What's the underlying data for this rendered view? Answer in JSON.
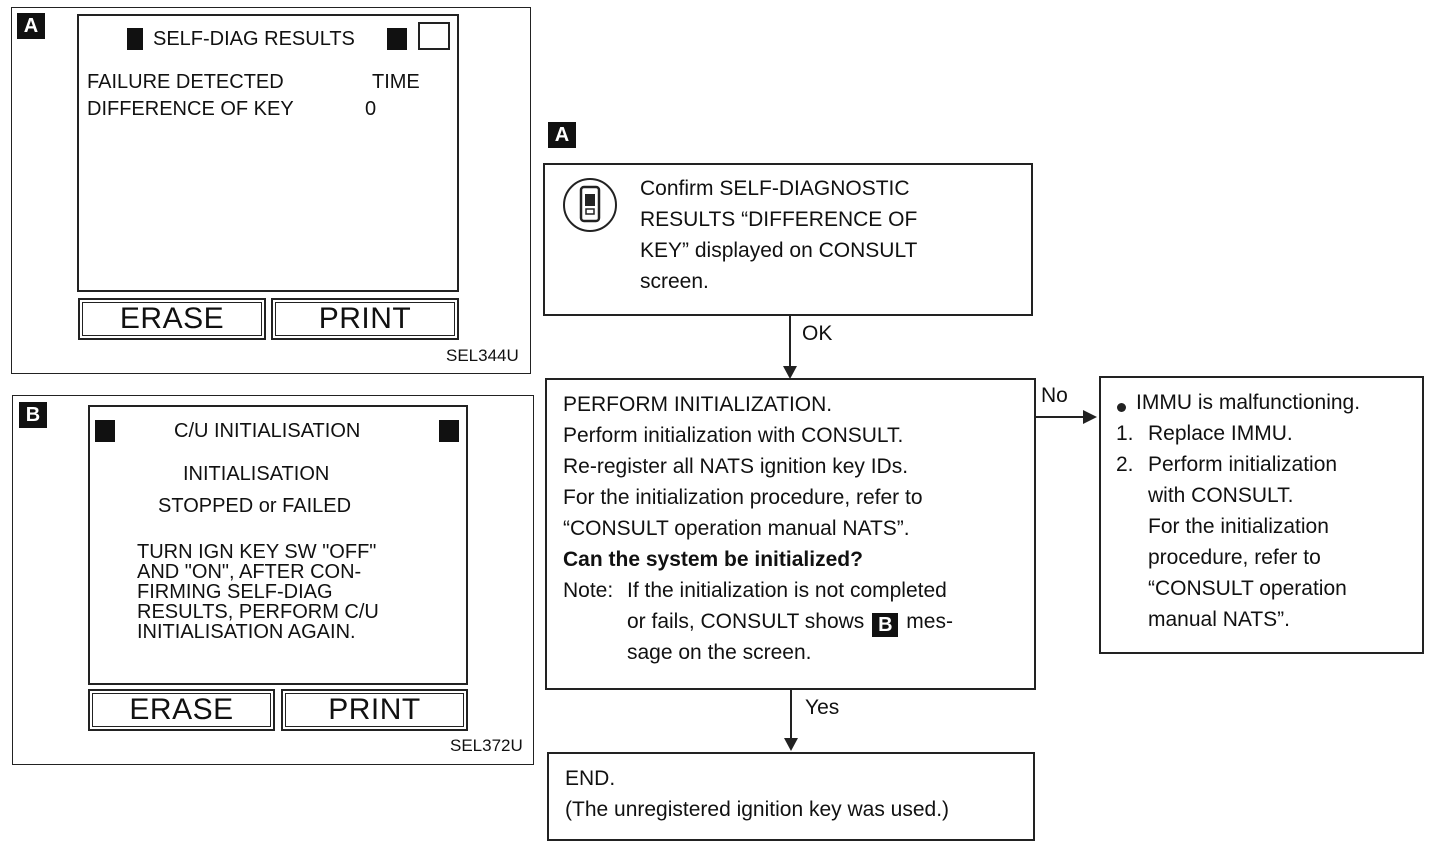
{
  "panel_a": {
    "badge": "A",
    "title": "SELF-DIAG RESULTS",
    "col_failure": "FAILURE  DETECTED",
    "col_time": "TIME",
    "row_item": "DIFFERENCE OF KEY",
    "row_value": "0",
    "erase_label": "ERASE",
    "print_label": "PRINT",
    "ref": "SEL344U"
  },
  "panel_b": {
    "badge": "B",
    "title": "C/U INITIALISATION",
    "line1": "INITIALISATION",
    "line2": "STOPPED or FAILED",
    "message": [
      "TURN IGN KEY SW \"OFF\"",
      "AND \"ON\", AFTER CON-",
      "FIRMING SELF-DIAG",
      "RESULTS, PERFORM C/U",
      "INITIALISATION AGAIN."
    ],
    "erase_label": "ERASE",
    "print_label": "PRINT",
    "ref": "SEL372U"
  },
  "flow": {
    "badge": "A",
    "confirm_lines": [
      "Confirm SELF-DIAGNOSTIC",
      "RESULTS “DIFFERENCE OF",
      "KEY” displayed on CONSULT",
      "screen."
    ],
    "ok_label": "OK",
    "perform_lines": [
      "PERFORM INITIALIZATION.",
      "Perform initialization with CONSULT.",
      "Re-register all NATS ignition key IDs.",
      "For the initialization procedure, refer to",
      "“CONSULT operation manual NATS”."
    ],
    "question": "Can the system be initialized?",
    "note_prefix": "Note:",
    "note_line1": "If the initialization is not completed",
    "note_line2_a": "or fails, CONSULT shows",
    "note_badge": "B",
    "note_line2_b": "mes-",
    "note_line3": "sage on the screen.",
    "no_label": "No",
    "yes_label": "Yes",
    "immu_bullet": "IMMU is malfunctioning.",
    "immu_steps": [
      {
        "num": "1.",
        "lines": [
          "Replace IMMU."
        ]
      },
      {
        "num": "2.",
        "lines": [
          "Perform initialization",
          "with CONSULT.",
          "For the initialization",
          "procedure, refer to",
          "“CONSULT operation",
          "manual NATS”."
        ]
      }
    ],
    "end_lines": [
      "END.",
      "(The unregistered ignition key was used.)"
    ]
  }
}
